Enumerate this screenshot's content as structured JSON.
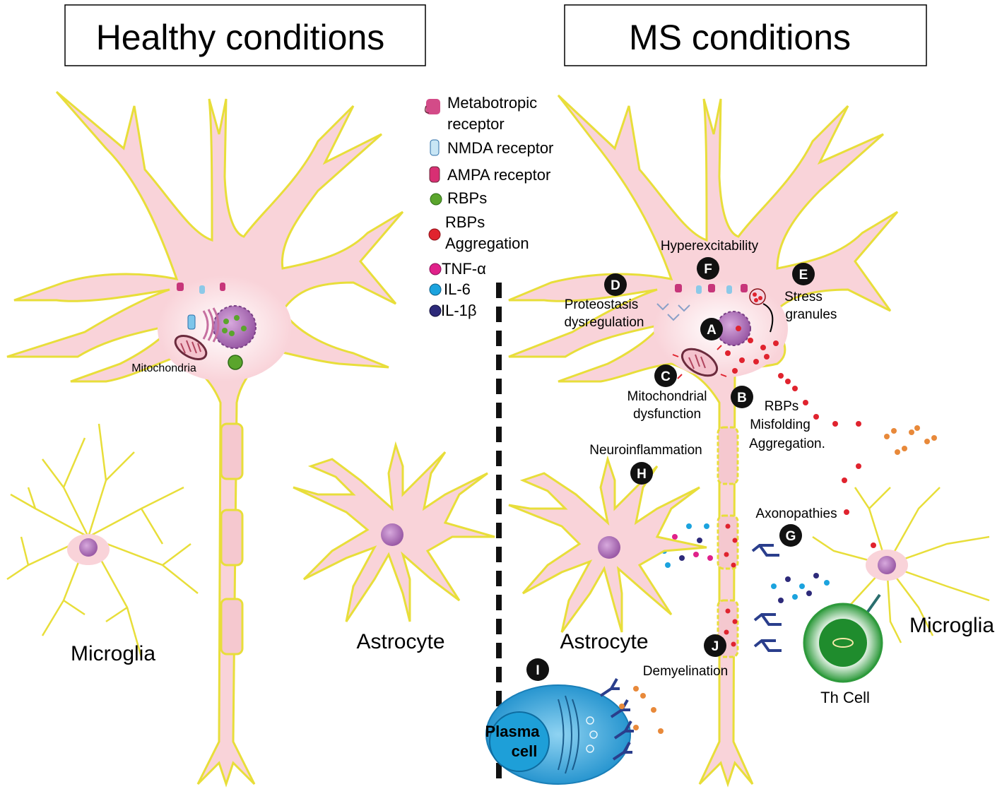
{
  "panels": {
    "left_title": "Healthy conditions",
    "right_title": "MS conditions"
  },
  "legend": {
    "metabotropic_1": "Metabotropic",
    "metabotropic_2": "receptor",
    "nmda": "NMDA receptor",
    "ampa": "AMPA receptor",
    "rbps": "RBPs",
    "rbps_agg_1": "RBPs",
    "rbps_agg_2": "Aggregation",
    "tnf": "TNF-α",
    "il6": "IL-6",
    "il1b": "IL-1β"
  },
  "healthy": {
    "mitochondria": "Mitochondria",
    "microglia": "Microglia",
    "astrocyte": "Astrocyte"
  },
  "ms": {
    "hyperexcitability": "Hyperexcitability",
    "proteostasis_1": "Proteostasis",
    "proteostasis_2": "dysregulation",
    "stress_1": "Stress",
    "stress_2": "granules",
    "mito_1": "Mitochondrial",
    "mito_2": "dysfunction",
    "rbps_1": "RBPs",
    "rbps_2": "Misfolding",
    "rbps_3": "Aggregation.",
    "neuroinflammation": "Neuroinflammation",
    "axonopathies": "Axonopathies",
    "demyelination": "Demyelination",
    "astrocyte": "Astrocyte",
    "microglia": "Microglia",
    "th_cell": "Th Cell",
    "plasma_1": "Plasma",
    "plasma_2": "cell"
  },
  "markers": {
    "A": "A",
    "B": "B",
    "C": "C",
    "D": "D",
    "E": "E",
    "F": "F",
    "G": "G",
    "H": "H",
    "I": "I",
    "J": "J"
  },
  "colors": {
    "cell_fill": "#f9d3d9",
    "cell_outline": "#e8de3a",
    "nucleus": "#b67cc0",
    "rbps": "#5aa52c",
    "rbps_agg": "#e0232e",
    "tnf": "#e0218a",
    "il6": "#1ba3de",
    "il1b": "#2d2a7a",
    "plasma": "#2a9fd6",
    "th_cell": "#2e9a3c",
    "antibody": "#2a3e8c",
    "cytokine": "#e8893a"
  }
}
